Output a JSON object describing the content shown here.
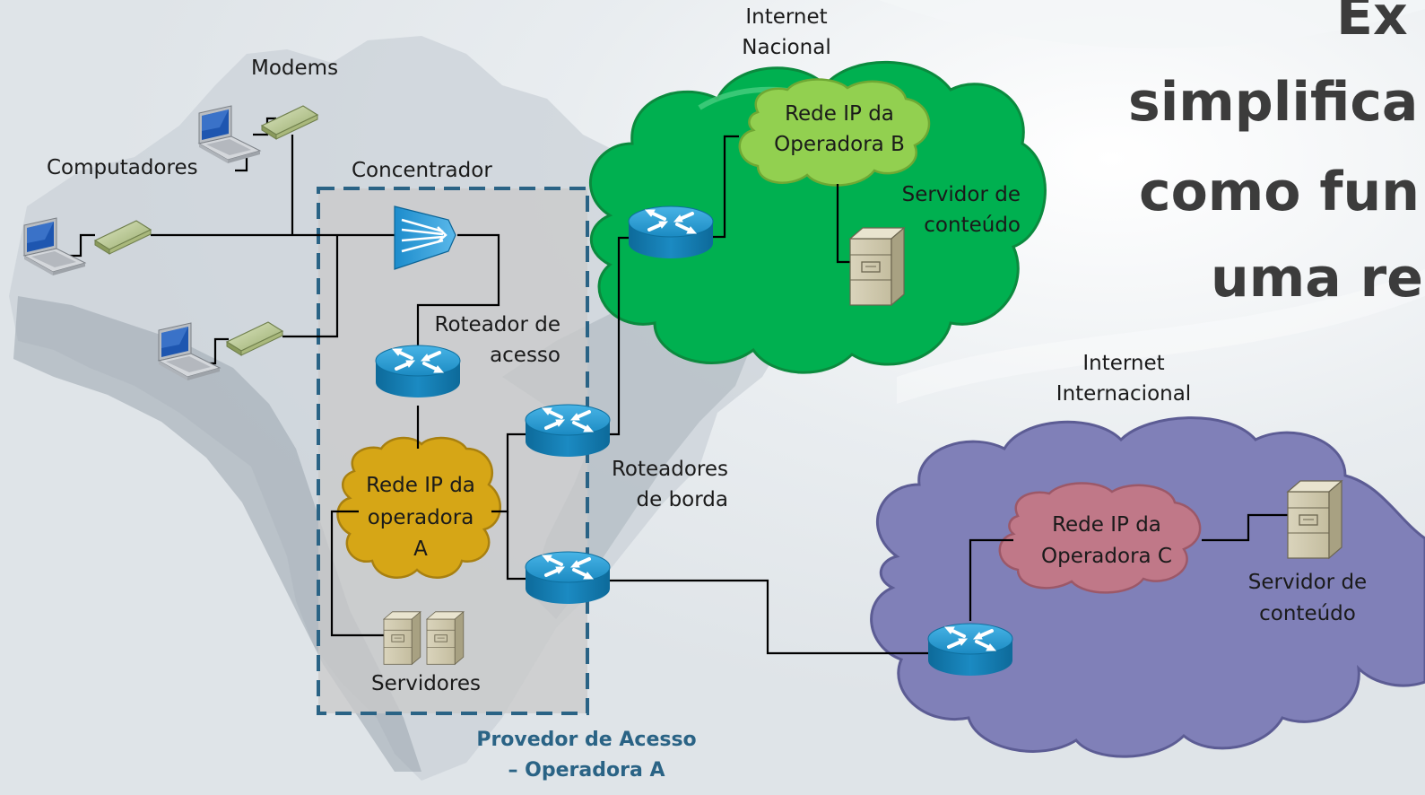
{
  "title": {
    "line1": "Ex",
    "line2": "simplifica",
    "line3": "como fun",
    "line4": "uma re"
  },
  "labels": {
    "modems": "Modems",
    "computadores": "Computadores",
    "concentrador": "Concentrador",
    "roteador_acesso_1": "Roteador de",
    "roteador_acesso_2": "acesso",
    "rede_a_1": "Rede IP da",
    "rede_a_2": "operadora",
    "rede_a_3": "A",
    "servidores": "Servidores",
    "roteadores_borda_1": "Roteadores",
    "roteadores_borda_2": "de borda",
    "provedor_1": "Provedor de Acesso",
    "provedor_2": "– Operadora A",
    "internet_nacional_1": "Internet",
    "internet_nacional_2": "Nacional",
    "rede_b_1": "Rede IP da",
    "rede_b_2": "Operadora B",
    "servidor_b_1": "Servidor de",
    "servidor_b_2": "conteúdo",
    "internet_internacional_1": "Internet",
    "internet_internacional_2": "Internacional",
    "rede_c_1": "Rede IP da",
    "rede_c_2": "Operadora C",
    "servidor_c_1": "Servidor de",
    "servidor_c_2": "conteúdo"
  },
  "colors": {
    "nacional_cloud": "#00b050",
    "rede_b_cloud": "#92d050",
    "internacional_cloud": "#8080b8",
    "rede_c_cloud": "#c07888",
    "rede_a_cloud": "#d6a616",
    "router": "#1a8fc8",
    "provider_box_border": "#2a6385",
    "provider_text": "#2a6385"
  }
}
